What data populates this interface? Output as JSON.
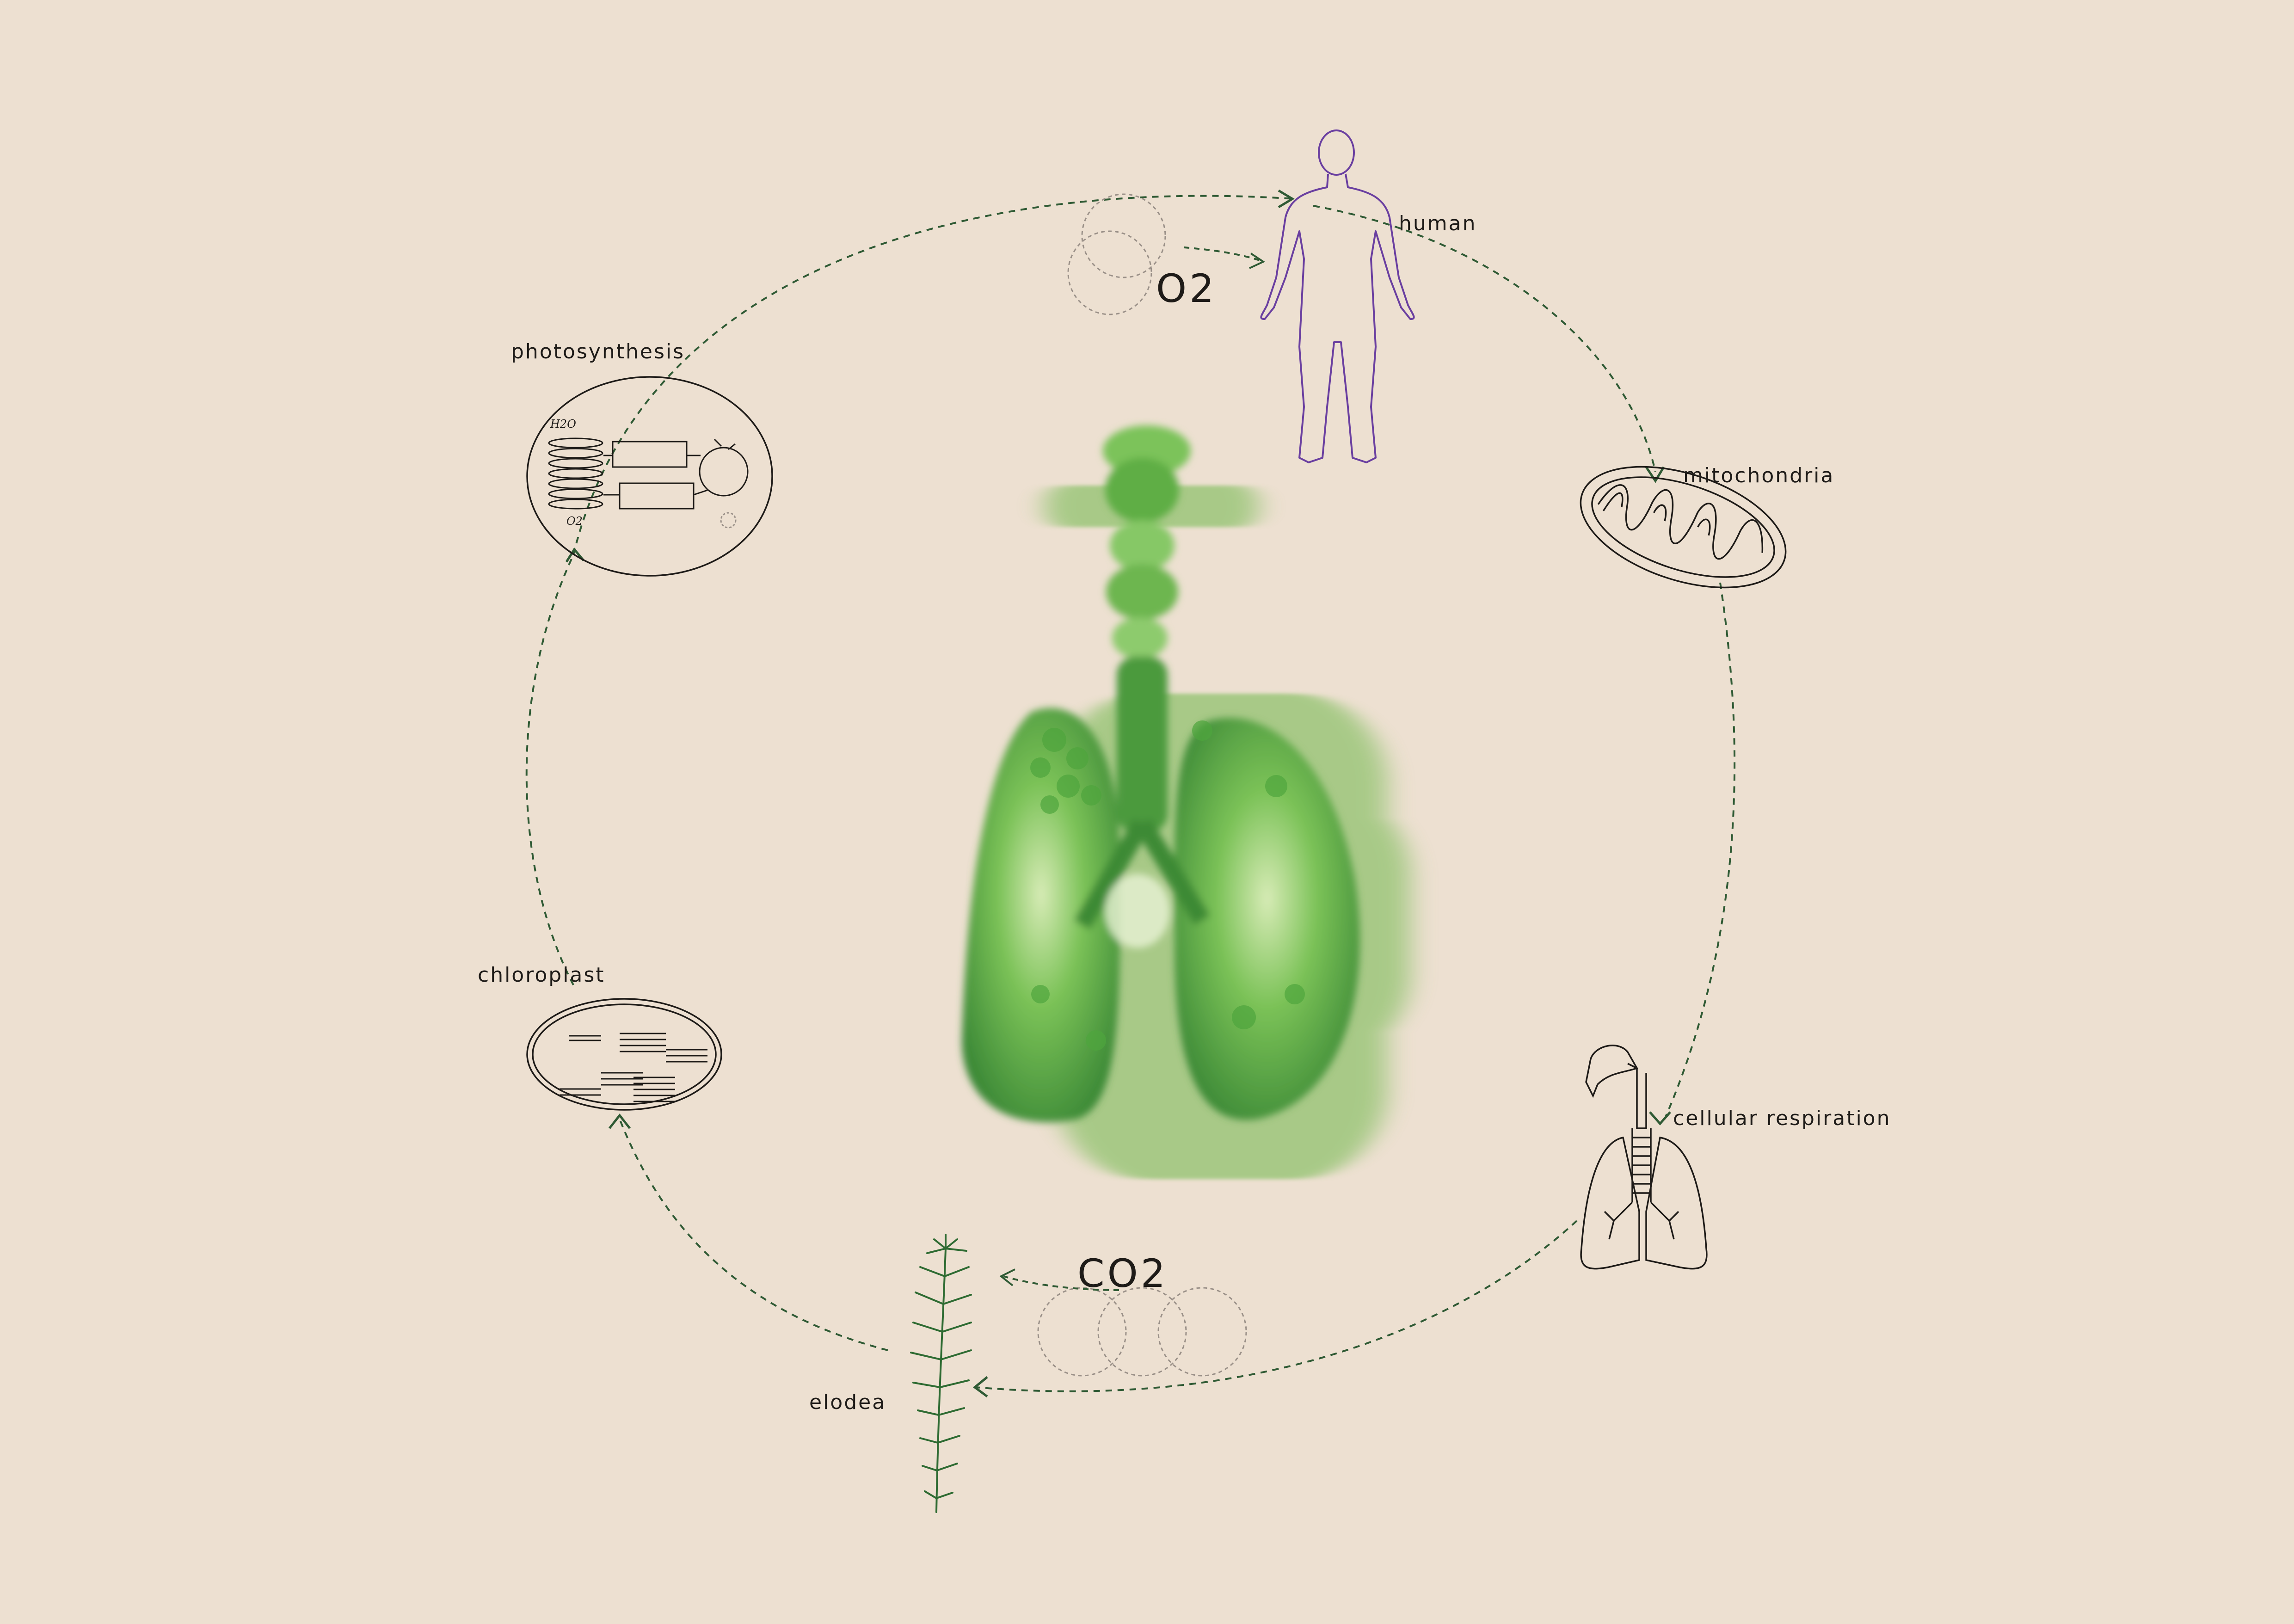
{
  "labels": {
    "human": "human",
    "mitochondria": "mitochondria",
    "cellular_respiration": "cellular respiration",
    "elodea": "elodea",
    "chloroplast": "chloroplast",
    "photosynthesis": "photosynthesis"
  },
  "gases": {
    "oxygen": "O2",
    "carbon_dioxide": "CO2"
  },
  "photosynthesis_diagram": {
    "water": "H2O",
    "oxygen": "O2"
  },
  "colors": {
    "background": "#ede0d1",
    "cycle_arrows": "#2f5a34",
    "human_outline": "#6a3fa0",
    "plant": "#2e6b32",
    "ink": "#1e1b18",
    "molecule_outline": "#9a9088"
  }
}
